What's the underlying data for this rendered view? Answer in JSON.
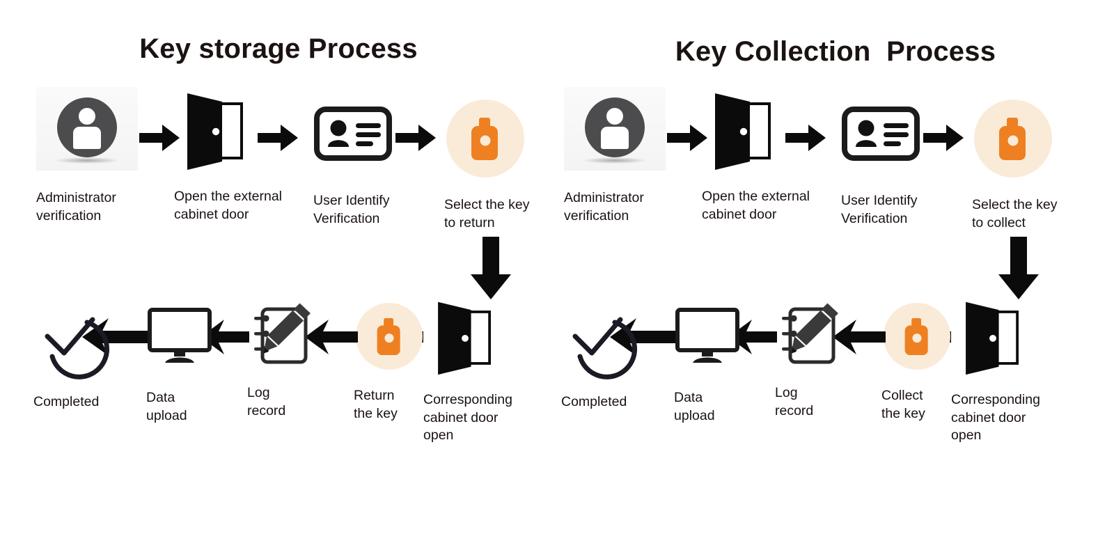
{
  "diagram": {
    "type": "flowchart",
    "background": "#ffffff",
    "colors": {
      "ink": "#1b1212",
      "arrow": "#0b0b0b",
      "admin_circle": "#4c4c4f",
      "key_orange": "#ee8022",
      "key_circle_bg": "#faebd8",
      "tile_bg": "#f6f6f6"
    }
  },
  "panels": [
    {
      "id": "key-storage",
      "title": "Key storage Process",
      "top_row": [
        {
          "id": "admin-verification",
          "icon": "administrator-icon",
          "label": "Administrator\nverification"
        },
        {
          "id": "open-external-door",
          "icon": "open-door-icon",
          "label": "Open the external\ncabinet door"
        },
        {
          "id": "user-identify",
          "icon": "id-card-icon",
          "label": "User Identify\nVerification"
        },
        {
          "id": "select-key-return",
          "icon": "key-fob-icon",
          "label": "Select the key\nto return"
        }
      ],
      "bottom_row": [
        {
          "id": "completed",
          "icon": "check-circle-icon",
          "label": "Completed"
        },
        {
          "id": "data-upload",
          "icon": "monitor-icon",
          "label": "Data\nupload"
        },
        {
          "id": "log-record",
          "icon": "notepad-pencil-icon",
          "label": "Log\nrecord"
        },
        {
          "id": "return-the-key",
          "icon": "key-fob-icon",
          "label": "Return\nthe key"
        },
        {
          "id": "cabinet-door-open",
          "icon": "open-door-icon",
          "label": "Corresponding\ncabinet door\n open"
        }
      ]
    },
    {
      "id": "key-collection",
      "title": "Key Collection  Process",
      "top_row": [
        {
          "id": "admin-verification",
          "icon": "administrator-icon",
          "label": "Administrator\nverification"
        },
        {
          "id": "open-external-door",
          "icon": "open-door-icon",
          "label": "Open the external\ncabinet door"
        },
        {
          "id": "user-identify",
          "icon": "id-card-icon",
          "label": "User Identify\nVerification"
        },
        {
          "id": "select-key-collect",
          "icon": "key-fob-icon",
          "label": "Select the key\nto collect"
        }
      ],
      "bottom_row": [
        {
          "id": "completed",
          "icon": "check-circle-icon",
          "label": "Completed"
        },
        {
          "id": "data-upload",
          "icon": "monitor-icon",
          "label": "Data\nupload"
        },
        {
          "id": "log-record",
          "icon": "notepad-pencil-icon",
          "label": "Log\nrecord"
        },
        {
          "id": "collect-the-key",
          "icon": "key-fob-icon",
          "label": "Collect\nthe key"
        },
        {
          "id": "cabinet-door-open",
          "icon": "open-door-icon",
          "label": "Corresponding\ncabinet door\n open"
        }
      ]
    }
  ]
}
